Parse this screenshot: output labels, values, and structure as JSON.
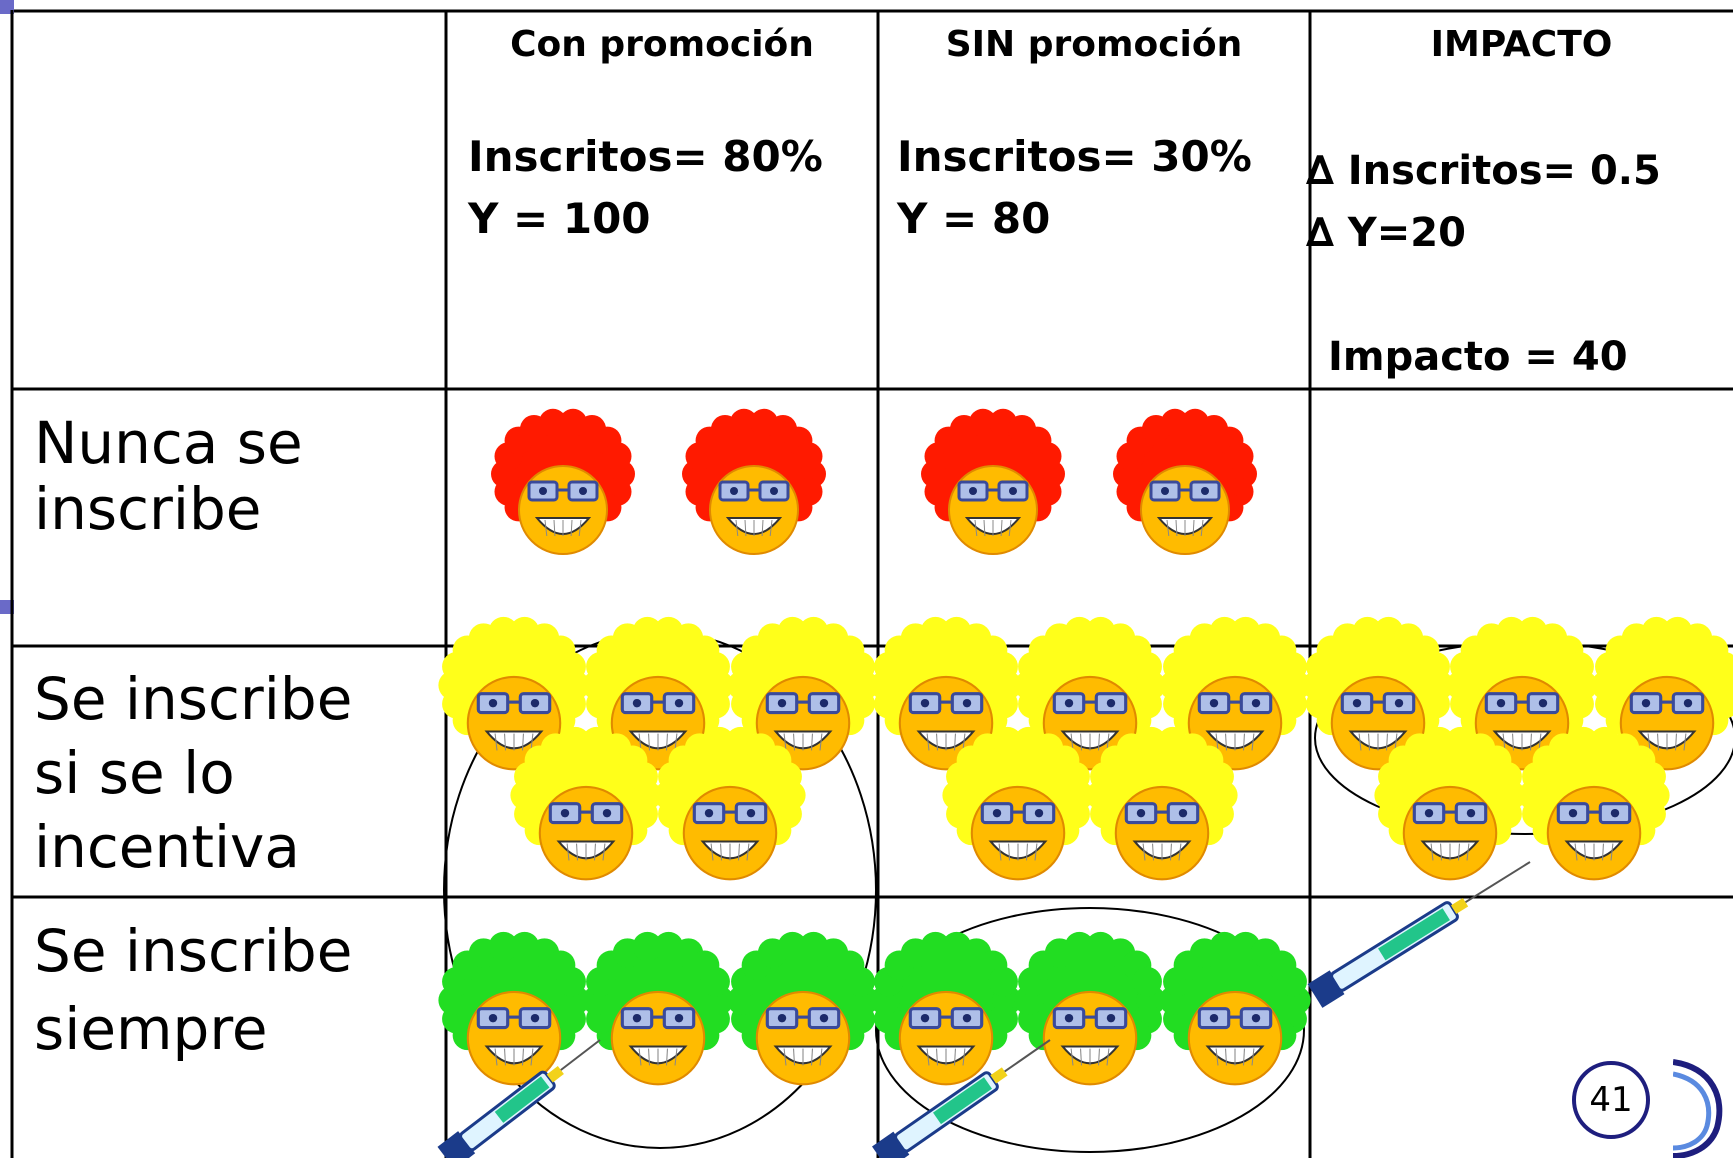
{
  "table": {
    "columns": [
      {
        "title": "Con promoción",
        "lines": [
          "Inscritos= 80%",
          "Y = 100"
        ]
      },
      {
        "title": "SIN promoción",
        "lines": [
          "Inscritos= 30%",
          "Y = 80"
        ]
      },
      {
        "title": "IMPACTO",
        "lines": [
          "∆ Inscritos= 0.5",
          "∆ Y=20"
        ],
        "extra": "Impacto = 40"
      }
    ],
    "rows": [
      {
        "label_lines": [
          "Nunca se",
          "inscribe"
        ],
        "color": "#ff1a00"
      },
      {
        "label_lines": [
          "Se inscribe",
          "si se lo",
          "incentiva"
        ],
        "color": "#ffff1a"
      },
      {
        "label_lines": [
          "Se inscribe",
          "siempre"
        ],
        "color": "#22dd22"
      }
    ]
  },
  "icons": {
    "person": "smiley-face-with-afro-and-glasses-icon",
    "treatment": "syringe-icon"
  },
  "colors": {
    "border": "#000000",
    "accent": "#1e1e7e",
    "face": "#ffbb00"
  },
  "page_number": "41"
}
